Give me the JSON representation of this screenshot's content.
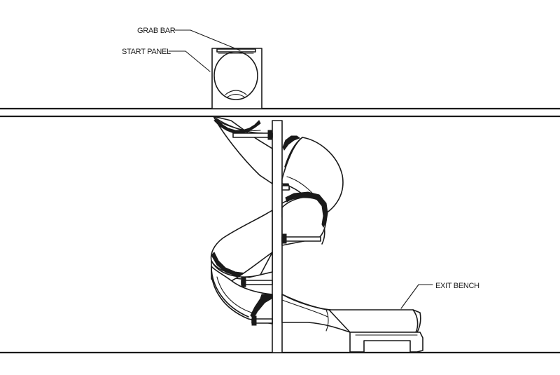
{
  "labels": {
    "grab_bar": "GRAB BAR",
    "start_panel": "START PANEL",
    "exit_bench": "EXIT BENCH"
  }
}
